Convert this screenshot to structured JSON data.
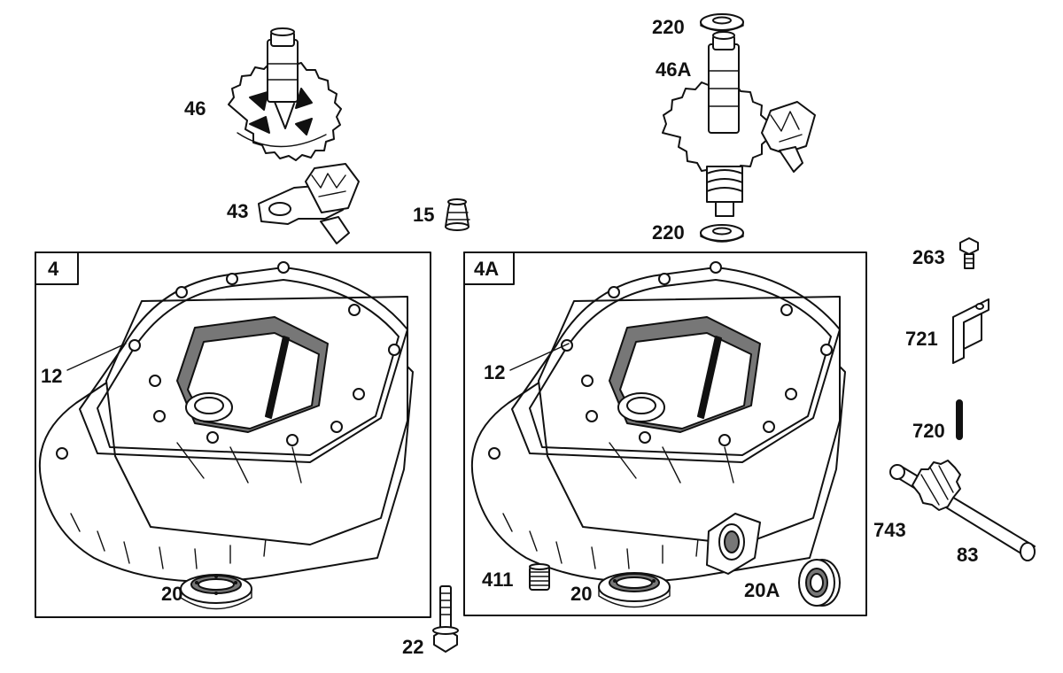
{
  "diagram": {
    "labels": {
      "p46": "46",
      "p43": "43",
      "p15": "15",
      "p220_top": "220",
      "p46A": "46A",
      "p220_bot": "220",
      "p263": "263",
      "p721": "721",
      "p720": "720",
      "p743": "743",
      "p83": "83",
      "p12_left": "12",
      "p12_right": "12",
      "p20_left": "20",
      "p22": "22",
      "p411": "411",
      "p20_right": "20",
      "p20A": "20A"
    },
    "boxes": {
      "left": "4",
      "right": "4A"
    }
  }
}
